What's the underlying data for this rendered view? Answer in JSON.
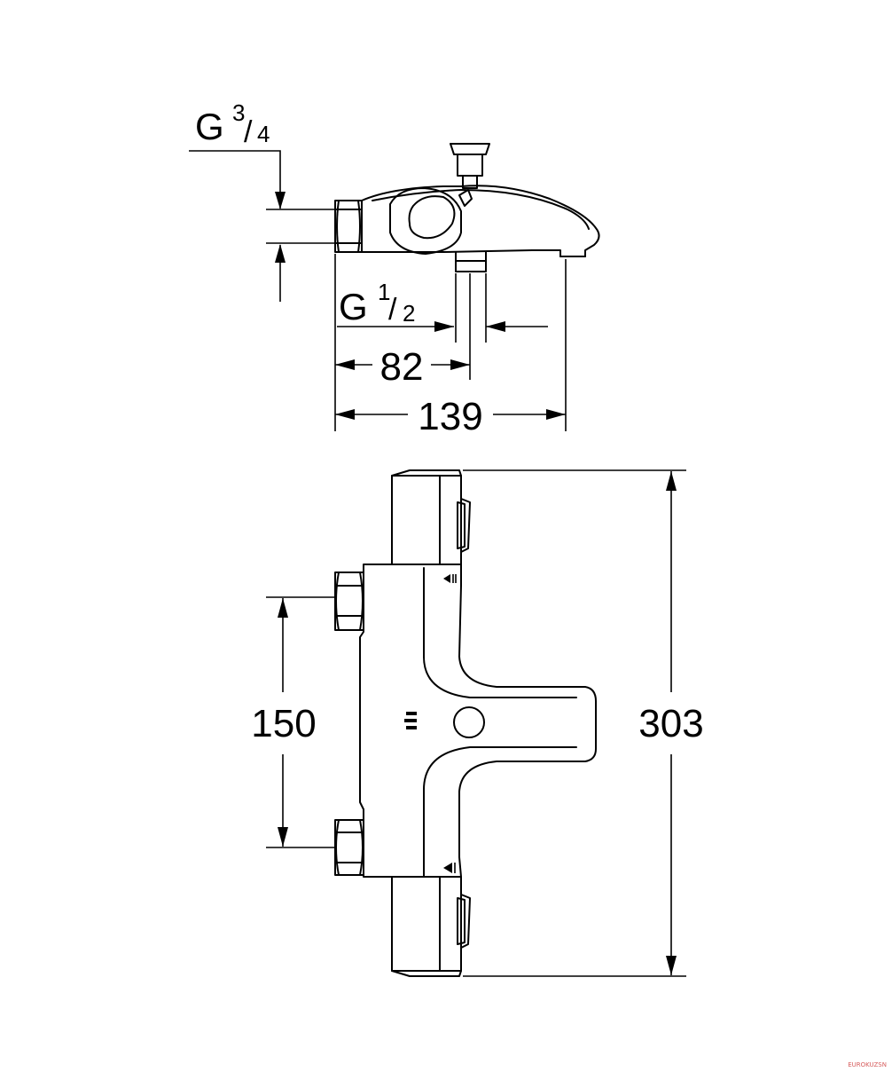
{
  "side_view": {
    "thread_main": {
      "letter": "G",
      "numerator": "3",
      "denominator": "4"
    },
    "thread_outlet": {
      "letter": "G",
      "numerator": "1",
      "denominator": "2"
    },
    "dim_82": "82",
    "dim_139": "139"
  },
  "front_view": {
    "dim_150": "150",
    "dim_303": "303"
  },
  "watermark": {
    "text": "EUROKUZSN"
  },
  "colors": {
    "line": "#000000",
    "background": "#ffffff"
  }
}
